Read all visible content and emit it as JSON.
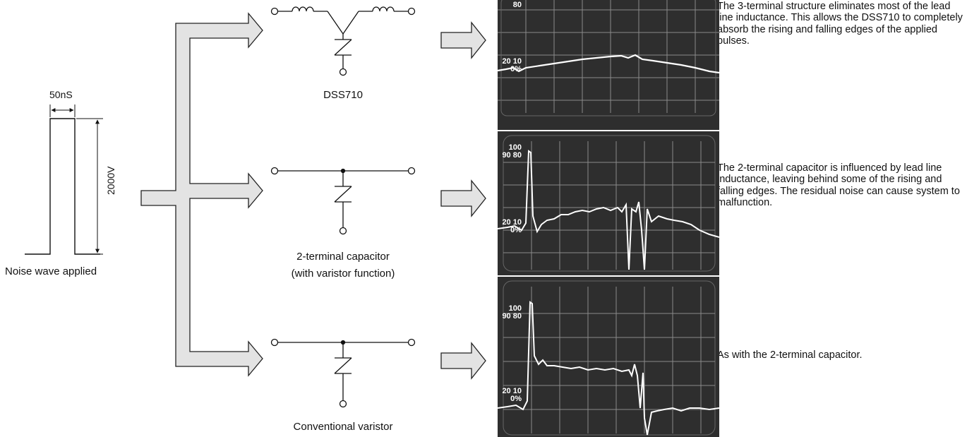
{
  "pulse": {
    "width_label": "50nS",
    "amplitude_label": "2000V",
    "caption": "Noise wave applied"
  },
  "components": [
    {
      "id": "dss710",
      "name": "DSS710",
      "name_line2": "",
      "description": "The 3-terminal structure eliminates most of the lead line inductance. This allows the DSS710 to completely absorb the rising and falling edges of the applied pulses."
    },
    {
      "id": "two-terminal-capacitor",
      "name": "2-terminal capacitor",
      "name_line2": "(with varistor function)",
      "description": "The 2-terminal capacitor is influenced by lead line inductance, leaving behind some of the rising and falling edges. The residual noise can cause system to malfunction."
    },
    {
      "id": "conventional-varistor",
      "name": "Conventional varistor",
      "name_line2": "",
      "description": "As with the 2-terminal capacitor."
    }
  ],
  "scopes": [
    {
      "scale_high": [
        "80"
      ],
      "scale_low": [
        "20",
        "10",
        "0%"
      ]
    },
    {
      "scale_high": [
        "100",
        "90",
        "80"
      ],
      "scale_low": [
        "20",
        "10",
        "0%"
      ]
    },
    {
      "scale_high": [
        "100",
        "90",
        "80"
      ],
      "scale_low": [
        "20",
        "10",
        "0%"
      ]
    }
  ],
  "colors": {
    "arrow_fill": "#e3e3e3",
    "arrow_stroke": "#222222",
    "scope_bg": "#2e2e2e",
    "scope_grid": "#8a8a8a",
    "trace": "#ffffff"
  }
}
